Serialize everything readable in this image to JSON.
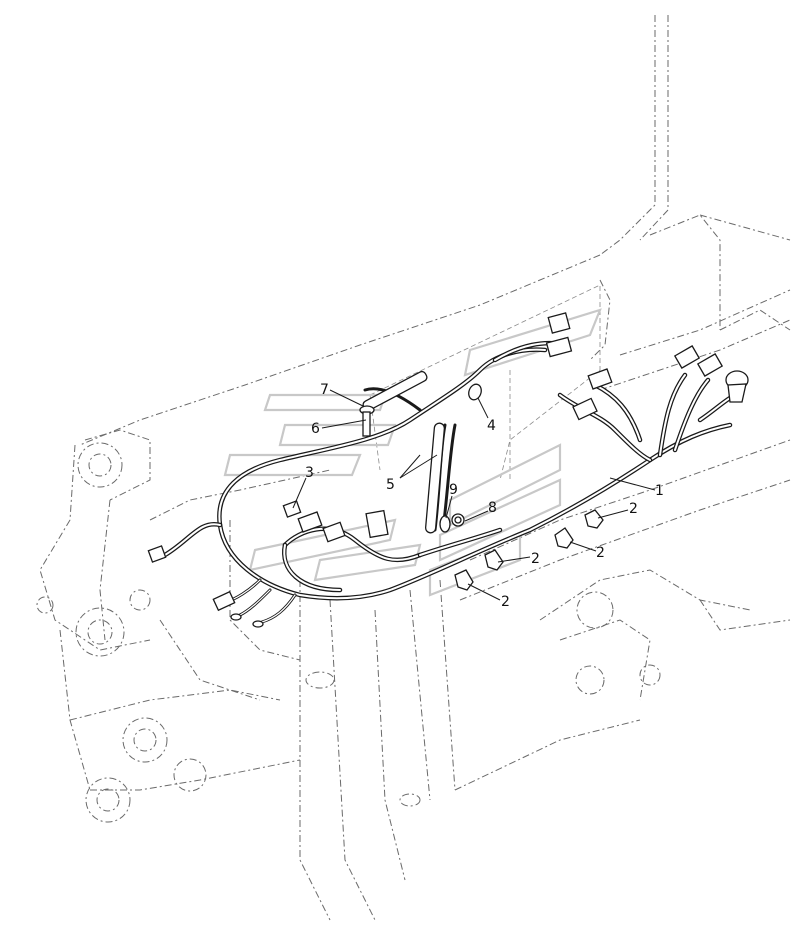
{
  "callouts": [
    {
      "id": "c1",
      "label": "1"
    },
    {
      "id": "c2a",
      "label": "2"
    },
    {
      "id": "c2b",
      "label": "2"
    },
    {
      "id": "c2c",
      "label": "2"
    },
    {
      "id": "c2d",
      "label": "2"
    },
    {
      "id": "c3",
      "label": "3"
    },
    {
      "id": "c4",
      "label": "4"
    },
    {
      "id": "c5",
      "label": "5"
    },
    {
      "id": "c6",
      "label": "6"
    },
    {
      "id": "c7",
      "label": "7"
    },
    {
      "id": "c8",
      "label": "8"
    },
    {
      "id": "c9",
      "label": "9"
    }
  ],
  "colors": {
    "line": "#1a1a1a",
    "frame": "#6a6a6a",
    "watermark": "#c8c8c8"
  }
}
